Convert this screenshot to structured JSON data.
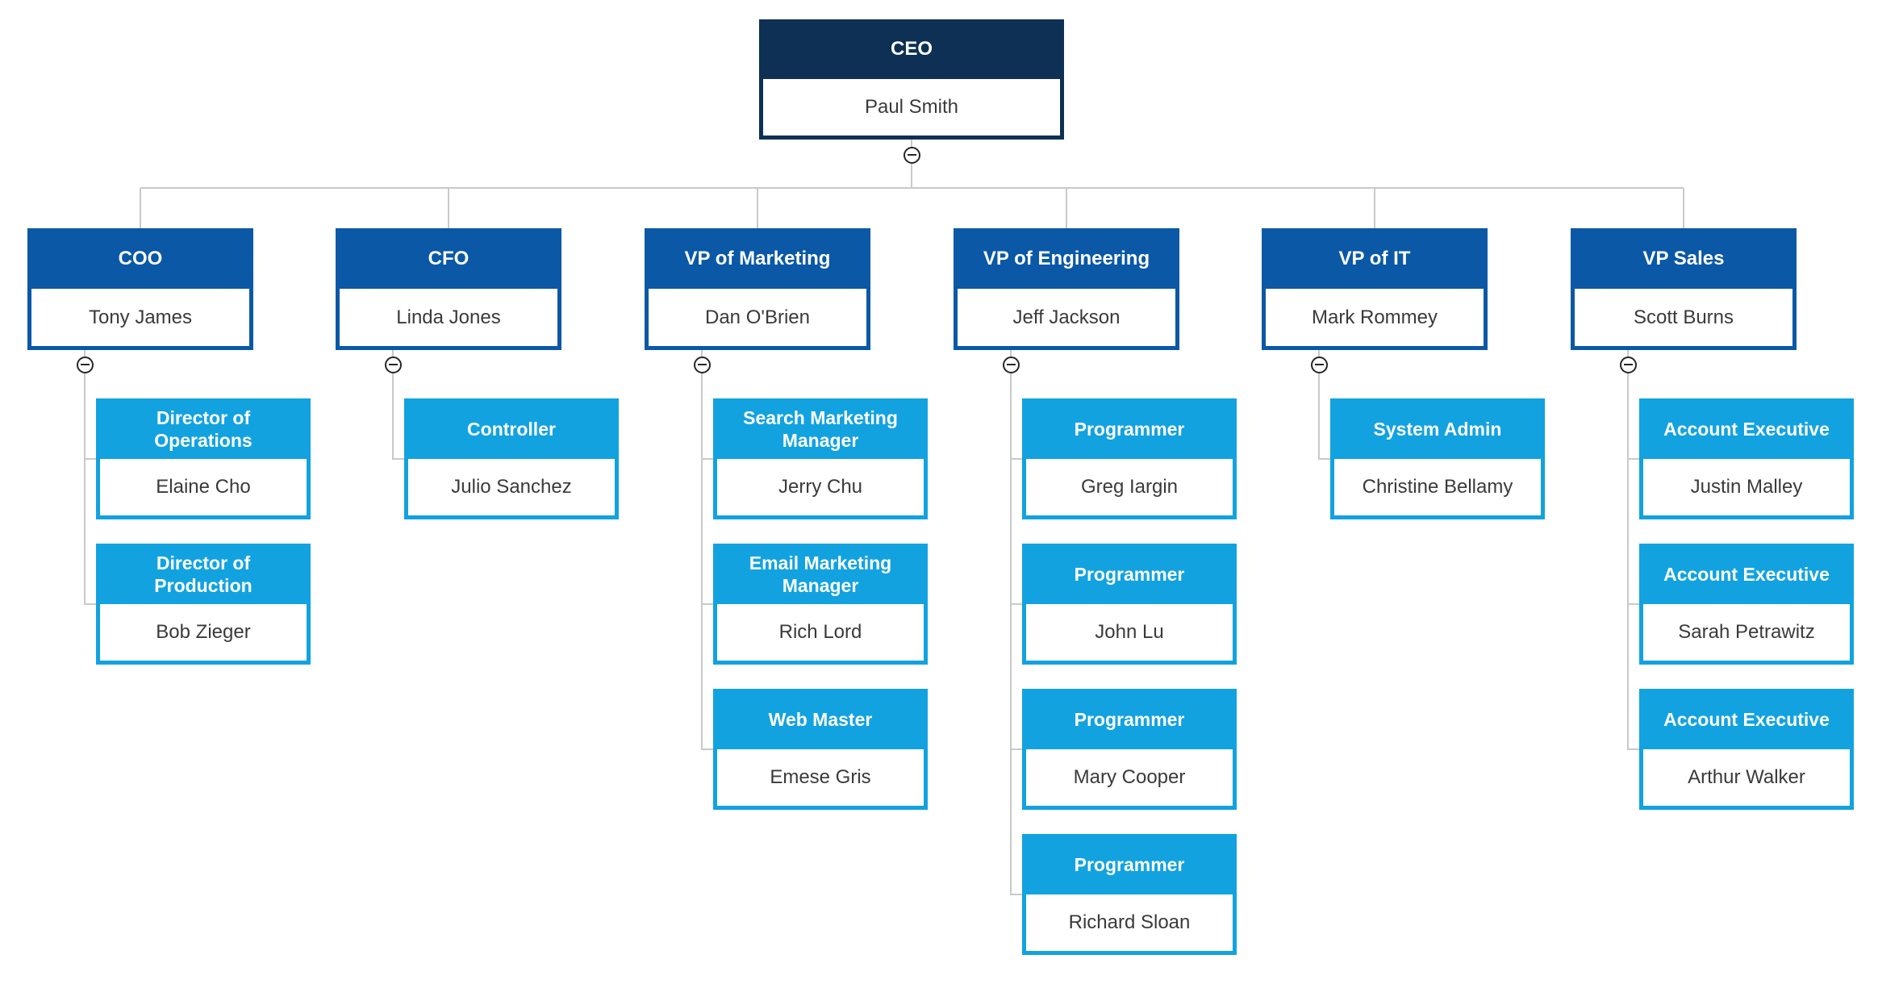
{
  "chart": {
    "type": "org-chart",
    "colors": {
      "level1_header": "#0d3054",
      "level2_header": "#0a58a6",
      "level3_header": "#12a2e0",
      "name_text": "#3a3a3a",
      "connector": "#c9c9c9",
      "collapse_button_stroke": "#262626",
      "box_body": "#ffffff"
    },
    "collapse_icon": "minus-circle-icon",
    "root": {
      "title": "CEO",
      "name": "Paul Smith",
      "children": [
        {
          "title": "COO",
          "name": "Tony James",
          "children": [
            {
              "title": "Director of\nOperations",
              "name": "Elaine Cho"
            },
            {
              "title": "Director of\nProduction",
              "name": "Bob Zieger"
            }
          ]
        },
        {
          "title": "CFO",
          "name": "Linda Jones",
          "children": [
            {
              "title": "Controller",
              "name": "Julio Sanchez"
            }
          ]
        },
        {
          "title": "VP of Marketing",
          "name": "Dan O'Brien",
          "children": [
            {
              "title": "Search Marketing\nManager",
              "name": "Jerry Chu"
            },
            {
              "title": "Email Marketing\nManager",
              "name": "Rich Lord"
            },
            {
              "title": "Web Master",
              "name": "Emese Gris"
            }
          ]
        },
        {
          "title": "VP of Engineering",
          "name": "Jeff Jackson",
          "children": [
            {
              "title": "Programmer",
              "name": "Greg Iargin"
            },
            {
              "title": "Programmer",
              "name": "John Lu"
            },
            {
              "title": "Programmer",
              "name": "Mary Cooper"
            },
            {
              "title": "Programmer",
              "name": "Richard Sloan"
            }
          ]
        },
        {
          "title": "VP of IT",
          "name": "Mark Rommey",
          "children": [
            {
              "title": "System Admin",
              "name": "Christine Bellamy"
            }
          ]
        },
        {
          "title": "VP Sales",
          "name": "Scott Burns",
          "children": [
            {
              "title": "Account Executive",
              "name": "Justin Malley"
            },
            {
              "title": "Account Executive",
              "name": "Sarah Petrawitz"
            },
            {
              "title": "Account Executive",
              "name": "Arthur Walker"
            }
          ]
        }
      ]
    }
  }
}
